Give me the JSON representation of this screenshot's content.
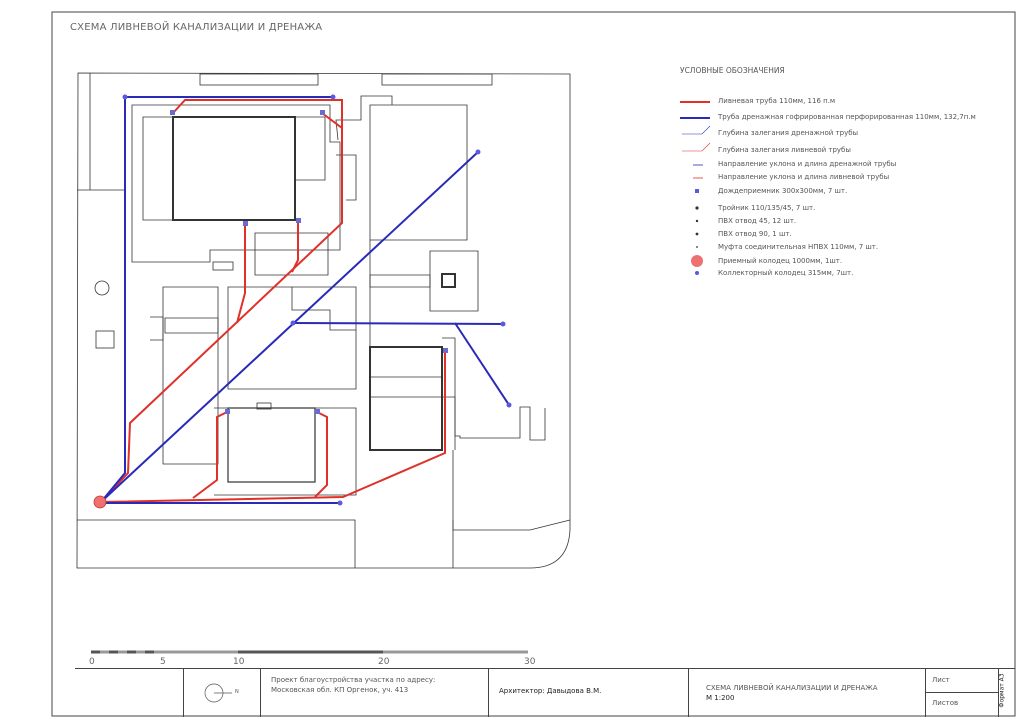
{
  "sheet_title": "СХЕМА ЛИВНЕВОЙ КАНАЛИЗАЦИИ И ДРЕНАЖА",
  "legend": {
    "heading": "УСЛОВНЫЕ ОБОЗНАЧЕНИЯ",
    "items": [
      {
        "symbol": "red-line",
        "label": "Ливневая труба 110мм, 116 п.м"
      },
      {
        "symbol": "blue-line",
        "label": "Труба дренажная гофрированная перфорированная 110мм, 132,7п.м"
      },
      {
        "symbol": "drain-depth-leader",
        "label": "Глубина залегания дренажной трубы"
      },
      {
        "symbol": "storm-depth-leader",
        "label": "Глубина залегания ливневой трубы"
      },
      {
        "symbol": "drain-slope-mark",
        "label": "Направление уклона и длина дренажной трубы"
      },
      {
        "symbol": "storm-slope-mark",
        "label": "Направление уклона и длина ливневой трубы"
      },
      {
        "symbol": "rain-inlet-square",
        "label": "Дождеприемник 300х300мм, 7 шт."
      },
      {
        "symbol": "tee",
        "label": "Тройник 110/135/45, 7 шт."
      },
      {
        "symbol": "elbow-45",
        "label": "ПВХ отвод 45, 12 шт."
      },
      {
        "symbol": "elbow-90",
        "label": "ПВХ отвод 90, 1 шт."
      },
      {
        "symbol": "coupling",
        "label": "Муфта соединительная НПВХ 110мм, 7 шт."
      },
      {
        "symbol": "receiving-well",
        "label": "Приемный колодец 1000мм, 1шт."
      },
      {
        "symbol": "collector-well",
        "label": "Коллекторный колодец 315мм, 7шт."
      }
    ]
  },
  "colors": {
    "storm": "#e0302a",
    "drain": "#2a2ab8",
    "well": "#ee7070",
    "lines": "#333333"
  },
  "scale_bar": {
    "labels": [
      "0",
      "5",
      "10",
      "20",
      "30"
    ]
  },
  "title_block": {
    "north_label": "N",
    "project_line1": "Проект благоустройства участка по адресу:",
    "project_line2": "Московская обл. КП Оргенок, уч. 413",
    "architect": "Архитектор: Давыдова В.М.",
    "drawing_title": "СХЕМА ЛИВНЕВОЙ КАНАЛИЗАЦИИ И ДРЕНАЖА",
    "scale": "М 1:200",
    "sheet_label": "Лист",
    "sheets_label": "Листов",
    "format": "Формат А3"
  }
}
